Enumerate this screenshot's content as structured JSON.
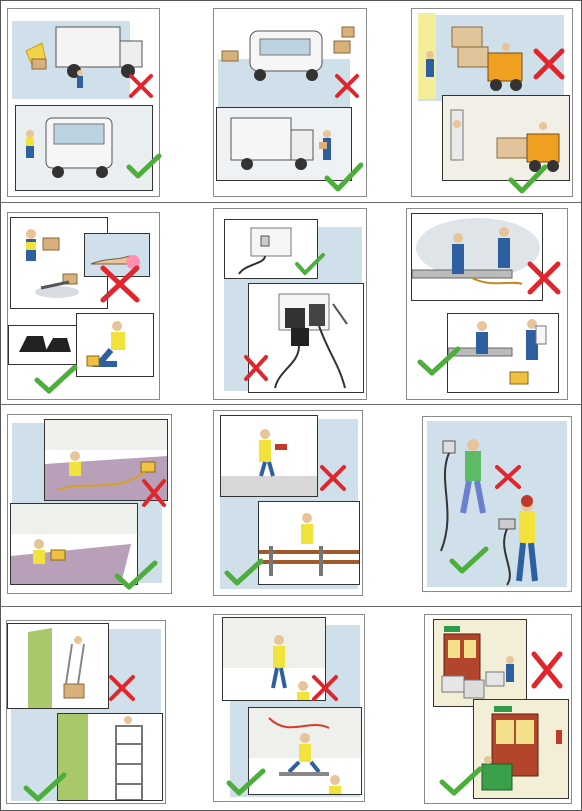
{
  "title": "",
  "colors": {
    "cross": "#e0262c",
    "tick": "#4caf3c",
    "panel_blue": "#cfe0ea",
    "hi_vis": "#f2e33c",
    "worker_blue": "#2e5f9e"
  },
  "icons": [
    "cross-icon",
    "tick-icon"
  ],
  "cards": [
    {
      "id": "vehicle-reversing",
      "bad": "truck-reversing-into-worker",
      "good": "banksman-guiding-truck"
    },
    {
      "id": "vehicle-loads",
      "bad": "unsecured-load-falling",
      "good": "secured-load-van"
    },
    {
      "id": "forklift",
      "bad": "forklift-overloaded",
      "good": "forklift-safe-load"
    },
    {
      "id": "trip-hazard",
      "bad": "worker-tripping-over-boxes",
      "good": "safety-boots-kneeling"
    },
    {
      "id": "electrical-socket",
      "bad": "overloaded-socket-adaptors",
      "good": "single-plug-socket"
    },
    {
      "id": "dust",
      "bad": "cutting-without-extraction",
      "good": "cutting-with-extraction"
    },
    {
      "id": "cables",
      "bad": "trailing-cables-floor",
      "good": "tidy-cables"
    },
    {
      "id": "edge-protection",
      "bad": "drilling-at-open-edge",
      "good": "drilling-with-guardrail"
    },
    {
      "id": "power-tools",
      "bad": "worker-without-ppe-drill",
      "good": "worker-with-ppe-drill"
    },
    {
      "id": "ladders",
      "bad": "ladder-on-boxes",
      "good": "mobile-tower-scaffold"
    },
    {
      "id": "overhead-work",
      "bad": "standing-on-object-drilling",
      "good": "using-platform-drilling"
    },
    {
      "id": "fire-exits",
      "bad": "blocked-fire-exit",
      "good": "clear-fire-exit"
    }
  ]
}
